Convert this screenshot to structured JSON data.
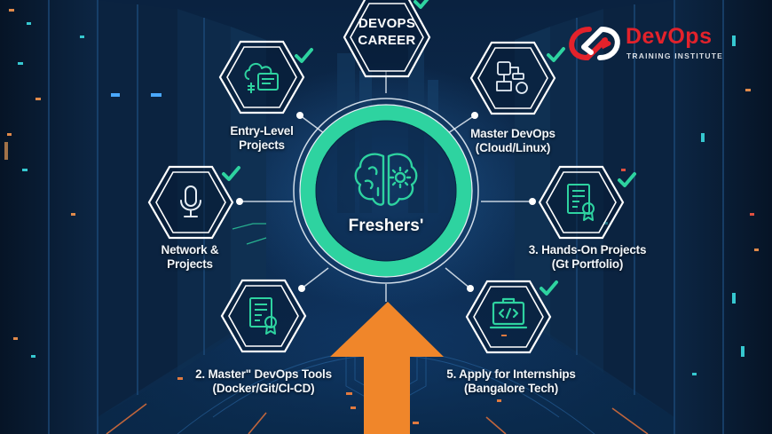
{
  "title": {
    "line1": "DEVOPS",
    "line2": "CAREER"
  },
  "brand": {
    "name": "DevOps",
    "tagline": "TRAINING INSTITUTE",
    "primary_color": "#e3222b",
    "secondary_color": "#ffffff"
  },
  "center": {
    "label": "Freshers'",
    "icon": "brain-gear-icon",
    "ring_color": "#2ed3a0"
  },
  "nodes": [
    {
      "id": "entry-level",
      "line1": "Entry-Level",
      "line2": "Projects",
      "icon": "cloud-card-icon",
      "checked": true
    },
    {
      "id": "master-devops",
      "line1": "Master DevOps",
      "line2": "(Cloud/Linux)",
      "icon": "workflow-diagram-icon",
      "checked": true
    },
    {
      "id": "network",
      "line1": "Network &",
      "line2": "Projects",
      "icon": "microphone-icon",
      "checked": true
    },
    {
      "id": "hands-on",
      "line1": "3. Hands-On Projects",
      "line2": "(Gt Portfolio)",
      "icon": "certificate-icon",
      "checked": true
    },
    {
      "id": "devops-tools",
      "line1": "2. Masterʺ DevOps Tools",
      "line2": "(Docker/Git/CI-CD)",
      "icon": "certificate-icon",
      "checked": false
    },
    {
      "id": "internships",
      "line1": "5. Apply for Internships",
      "line2": "(Bangalore Tech)",
      "icon": "laptop-code-icon",
      "checked": true
    }
  ],
  "colors": {
    "accent_green": "#2ed3a0",
    "arrow_orange": "#f0862a",
    "text_white": "#f2f6fa",
    "background_navy": "#0a2240"
  }
}
